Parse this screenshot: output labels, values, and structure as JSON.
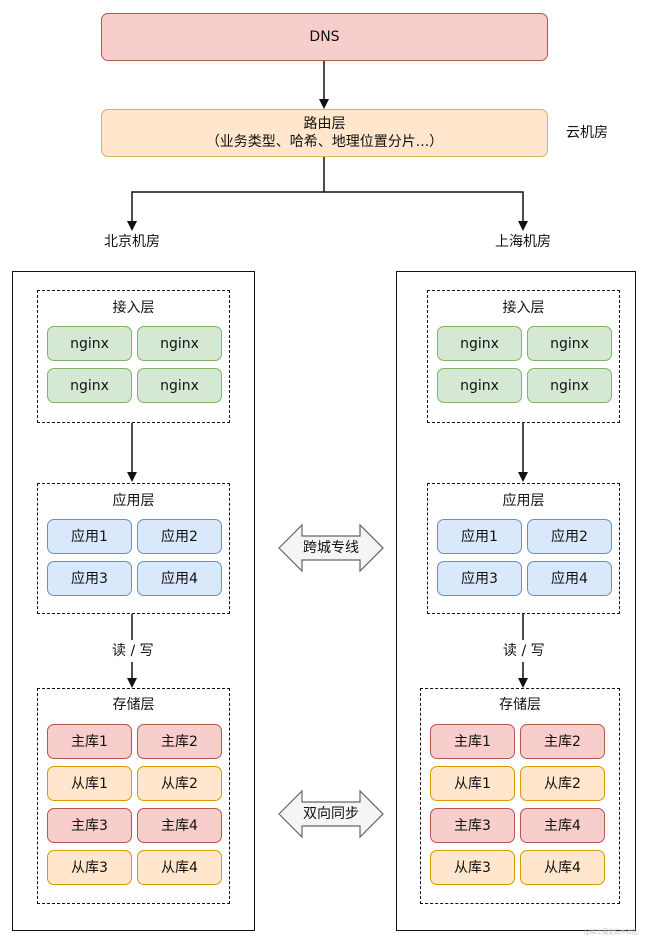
{
  "dns": "DNS",
  "routing": {
    "title": "路由层",
    "subtitle": "（业务类型、哈希、地理位置分片...）"
  },
  "cloud_label": "云机房",
  "connectors": {
    "cross_region": "跨城专线",
    "bidirectional_sync": "双向同步"
  },
  "regions": [
    {
      "name": "北京机房",
      "access": {
        "title": "接入层",
        "nodes": [
          "nginx",
          "nginx",
          "nginx",
          "nginx"
        ]
      },
      "app": {
        "title": "应用层",
        "nodes": [
          "应用1",
          "应用2",
          "应用3",
          "应用4"
        ]
      },
      "rw_label": "读 / 写",
      "storage": {
        "title": "存储层",
        "nodes": [
          "主库1",
          "主库2",
          "从库1",
          "从库2",
          "主库3",
          "主库4",
          "从库3",
          "从库4"
        ]
      }
    },
    {
      "name": "上海机房",
      "access": {
        "title": "接入层",
        "nodes": [
          "nginx",
          "nginx",
          "nginx",
          "nginx"
        ]
      },
      "app": {
        "title": "应用层",
        "nodes": [
          "应用1",
          "应用2",
          "应用3",
          "应用4"
        ]
      },
      "rw_label": "读 / 写",
      "storage": {
        "title": "存储层",
        "nodes": [
          "主库1",
          "主库2",
          "从库1",
          "从库2",
          "主库3",
          "主库4",
          "从库3",
          "从库4"
        ]
      }
    }
  ],
  "watermark": "@稀土掘金技术社区"
}
